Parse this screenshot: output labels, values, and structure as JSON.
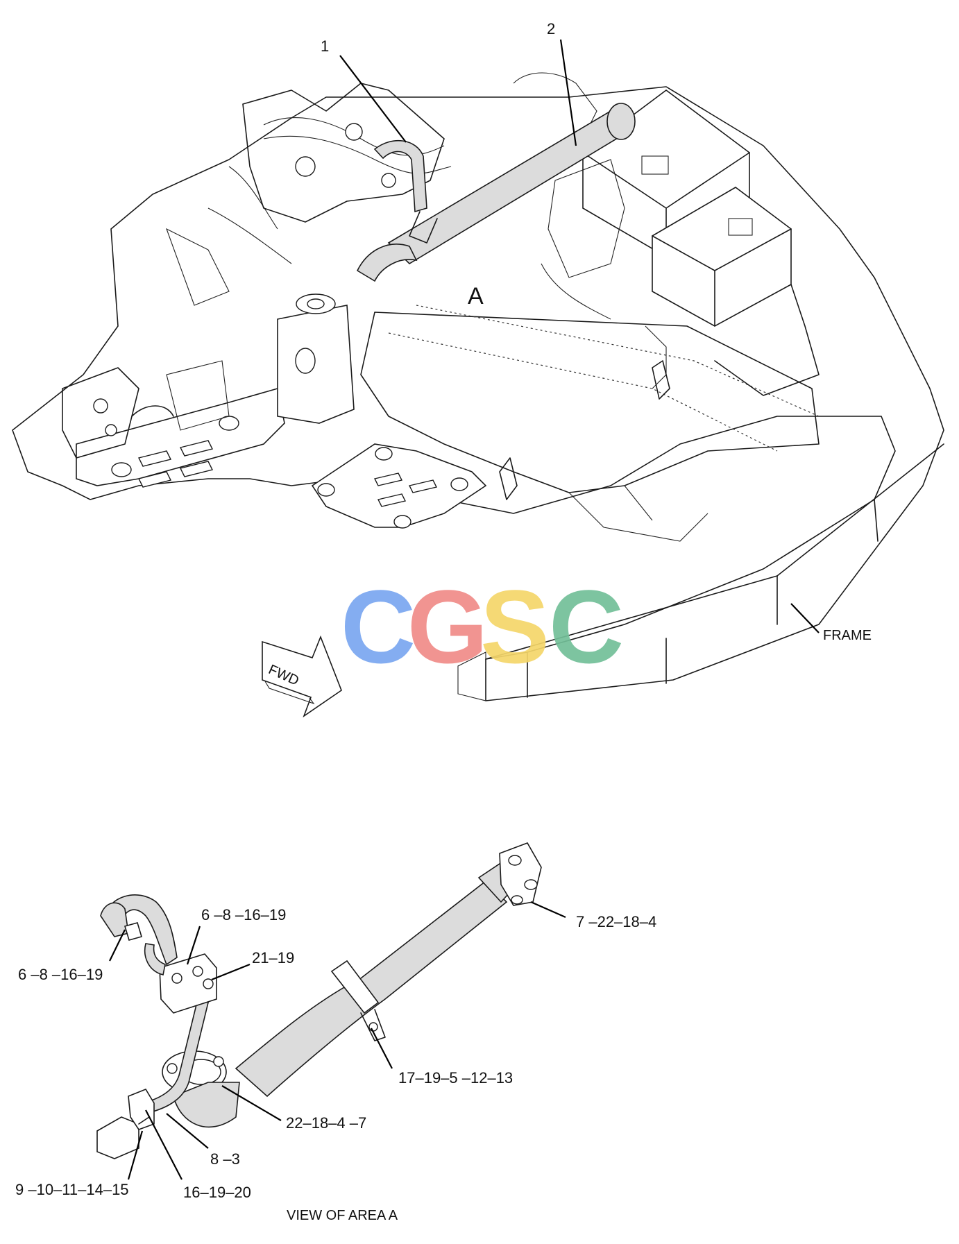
{
  "colors": {
    "line": "#1a1a1a",
    "hose_fill": "#dcdcdc",
    "watermark_blue": "#7aa7f0",
    "watermark_red": "#f08c88",
    "watermark_yellow": "#f5d66a",
    "watermark_green": "#72bf98"
  },
  "watermark": {
    "letters": [
      "C",
      "G",
      "S",
      "C"
    ]
  },
  "fwd_arrow": {
    "label": "FWD"
  },
  "callouts": {
    "item_1": "1",
    "item_2": "2",
    "area_a": "A",
    "frame": "FRAME"
  },
  "view_a": {
    "caption": "VIEW OF AREA  A",
    "labels": {
      "left_clamp": "6 –8 –16–19",
      "upper_clamp": "6 –8 –16–19",
      "flange_bolts": "21–19",
      "right_flange": "7 –22–18–4",
      "mid_clamp": "17–19–5 –12–13",
      "elbow_flange": "22–18–4 –7",
      "tube": "8 –3",
      "fitting": "9 –10–11–14–15",
      "fitting_clamp": "16–19–20"
    }
  }
}
